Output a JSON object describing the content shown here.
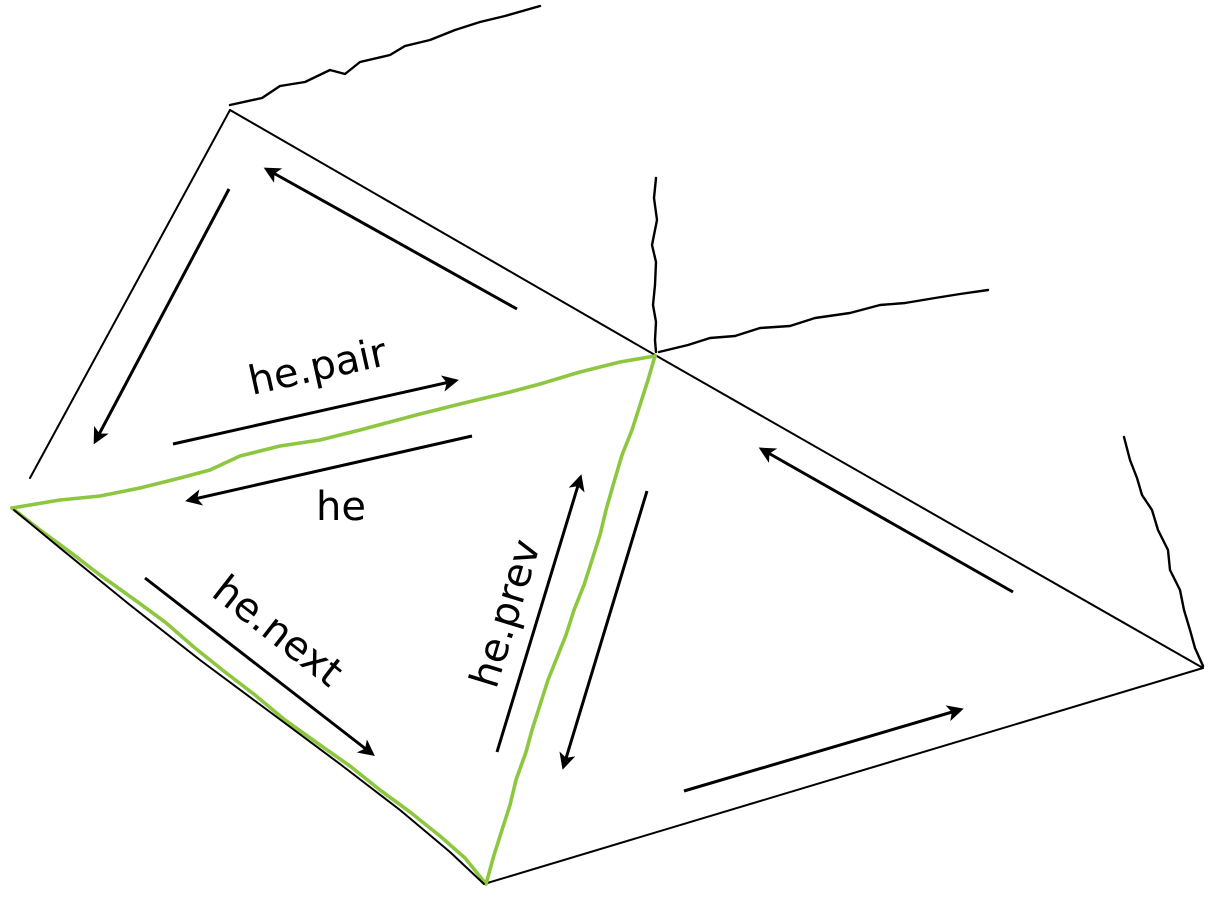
{
  "labels": {
    "pair": "he.pair",
    "he": "he",
    "next": "he.next",
    "prev": "he.prev"
  },
  "colors": {
    "highlight": "#8dc63f",
    "ink": "#000000",
    "background": "#ffffff"
  }
}
